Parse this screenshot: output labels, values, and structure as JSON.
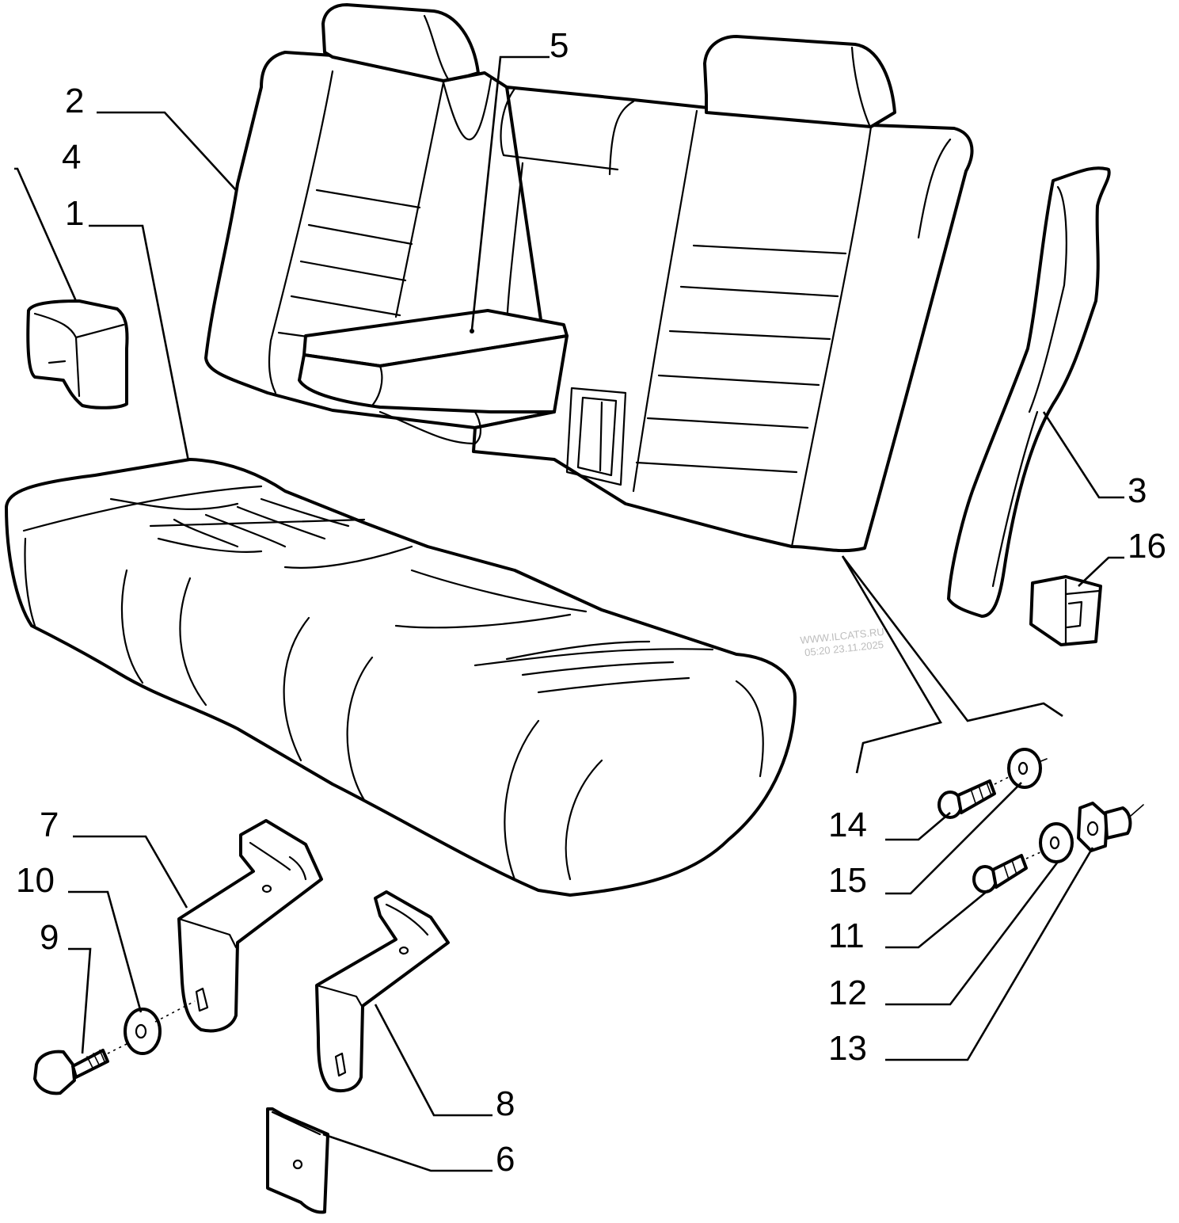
{
  "watermark": {
    "line1": "WWW.ILCATS.RU",
    "line2": "05:20 23.11.2025"
  },
  "callouts": {
    "c1": "1",
    "c2": "2",
    "c3": "3",
    "c4": "4",
    "c5": "5",
    "c6": "6",
    "c7": "7",
    "c8": "8",
    "c9": "9",
    "c10": "10",
    "c11": "11",
    "c12": "12",
    "c13": "13",
    "c14": "14",
    "c15": "15",
    "c16": "16"
  }
}
